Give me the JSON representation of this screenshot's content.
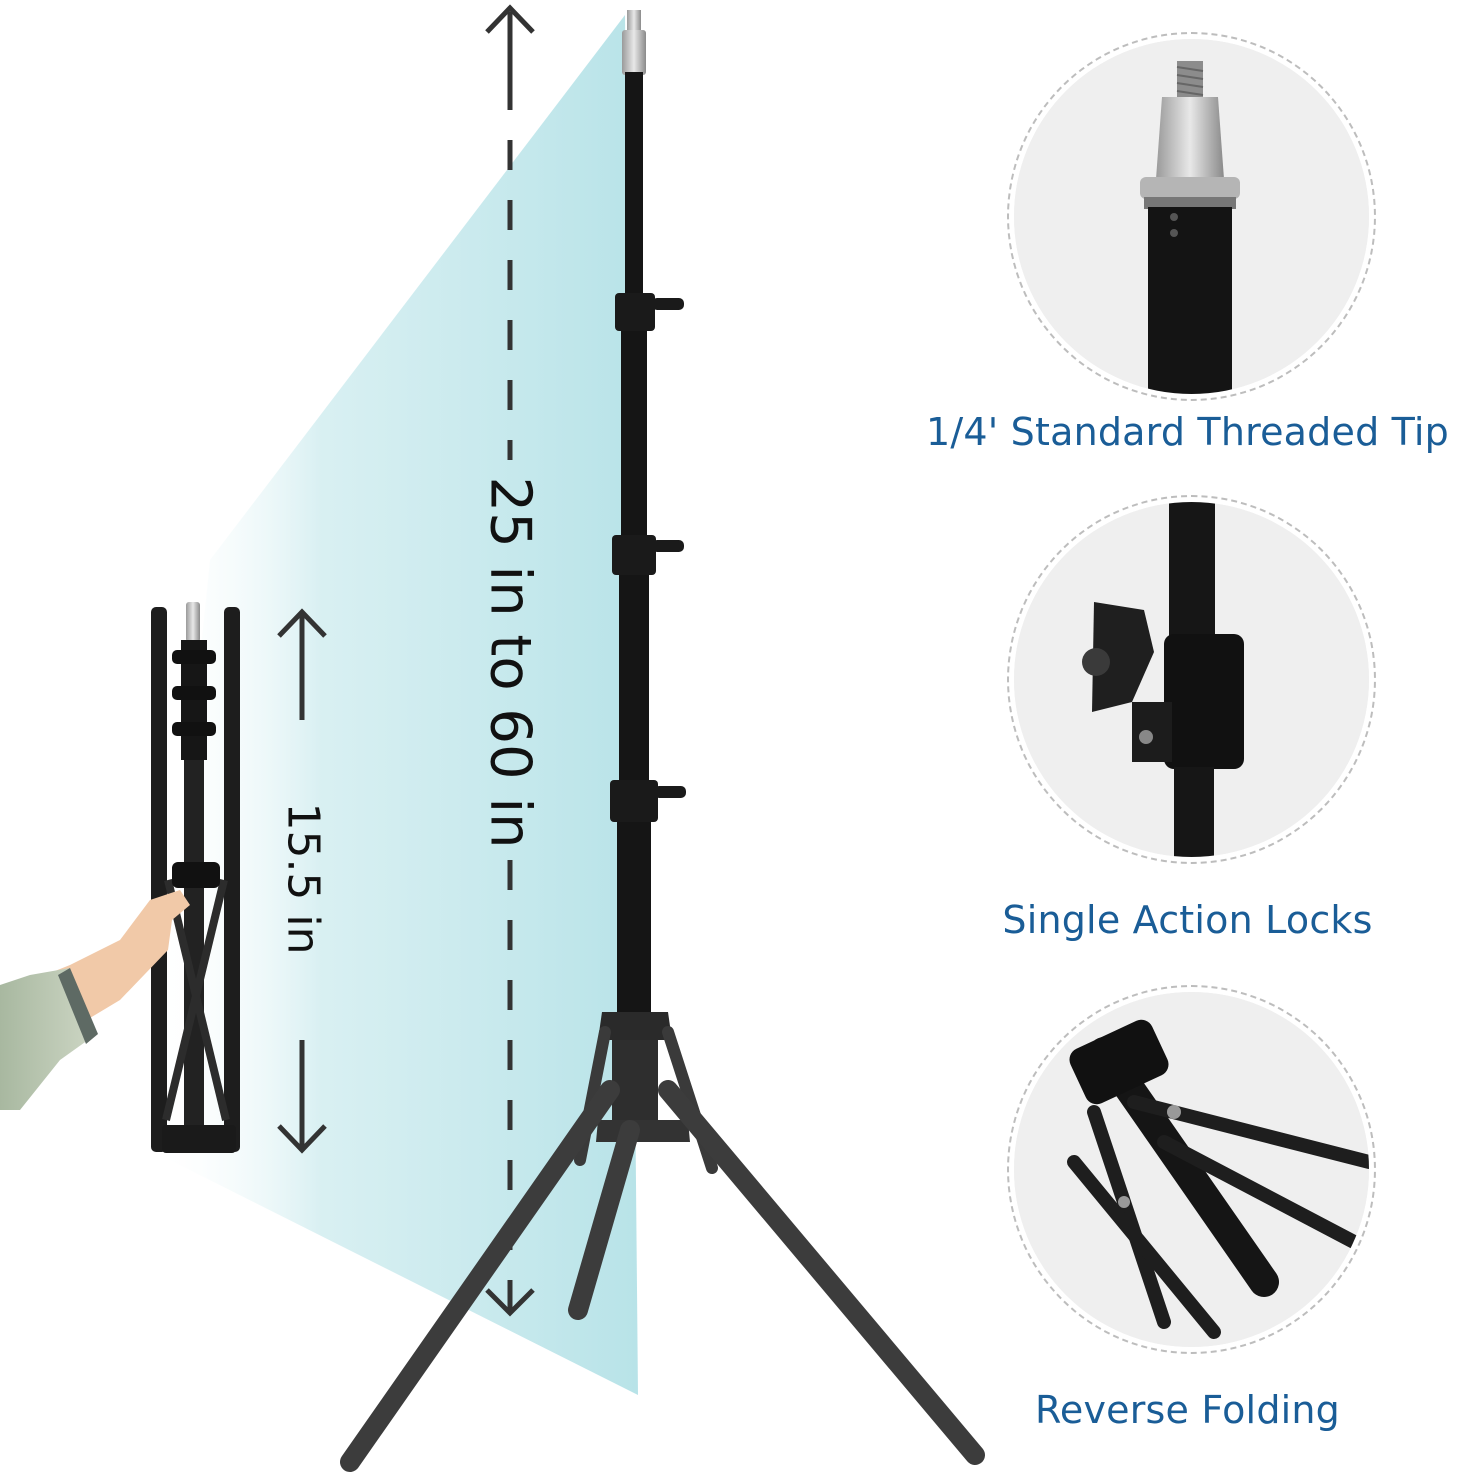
{
  "colors": {
    "accent_text": "#1a5d97",
    "highlight": "#bfe6ea",
    "stand": "#141414",
    "dimension_text": "#111111"
  },
  "dimensions": {
    "extended_range": "25 in to 60 in",
    "folded_height": "15.5 in"
  },
  "features": [
    {
      "label": "1/4' Standard Threaded Tip",
      "icon": "threaded-tip-photo"
    },
    {
      "label": "Single Action Locks",
      "icon": "lock-knob-photo"
    },
    {
      "label": "Reverse Folding",
      "icon": "folding-legs-photo"
    }
  ]
}
